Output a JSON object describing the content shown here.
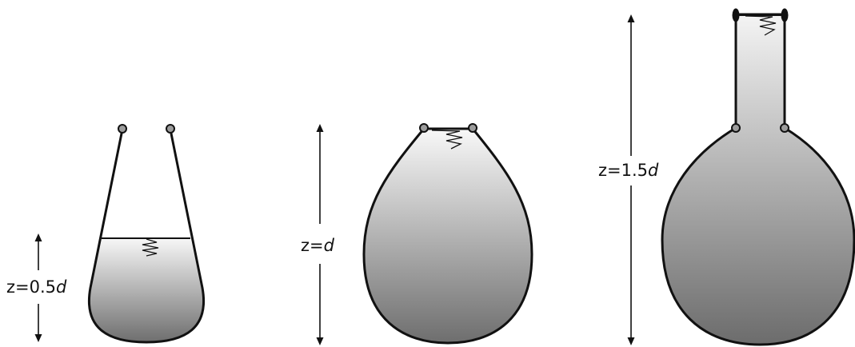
{
  "panels": [
    {
      "label_prefix": "z=0.5",
      "label_var": "d"
    },
    {
      "label_prefix": "z=",
      "label_var": "d"
    },
    {
      "label_prefix": "z=1.5",
      "label_var": "d"
    }
  ],
  "colors": {
    "fill_light": "#f7f7f7",
    "fill_dark": "#707070",
    "outline": "#111111",
    "knot": "#9c9c9c"
  }
}
